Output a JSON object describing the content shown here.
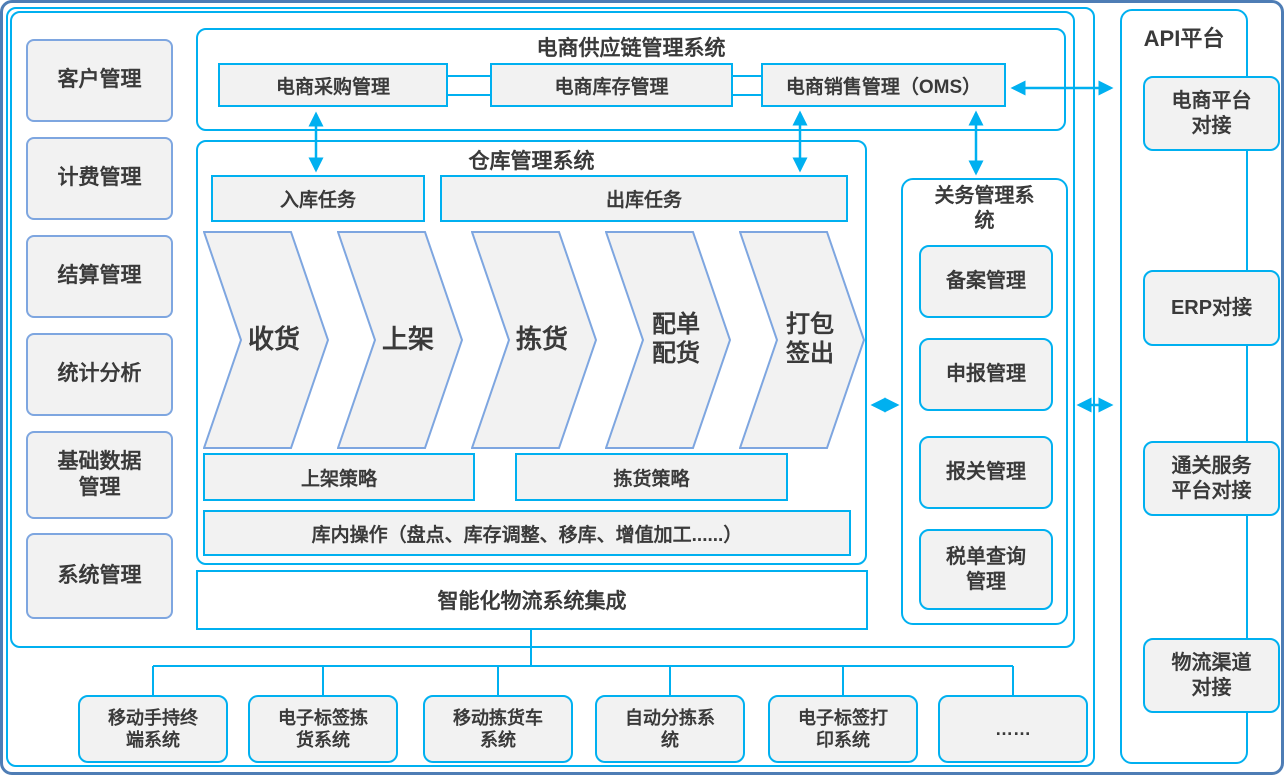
{
  "colors": {
    "accent_cyan": "#00b0f0",
    "shape_border_blue": "#7ea6e0",
    "shape_fill_gray": "#f2f2f2",
    "frame_blue": "#4e7db5",
    "text": "#3a3a3a"
  },
  "sidebar": {
    "items": [
      "客户管理",
      "计费管理",
      "结算管理",
      "统计分析",
      "基础数据\n管理",
      "系统管理"
    ]
  },
  "supply_chain": {
    "title": "电商供应链管理系统",
    "boxes": [
      "电商采购管理",
      "电商库存管理",
      "电商销售管理（OMS）"
    ]
  },
  "wms": {
    "title": "仓库管理系统",
    "inbound_task": "入库任务",
    "outbound_task": "出库任务",
    "process_steps": [
      "收货",
      "上架",
      "拣货",
      "配单\n配货",
      "打包\n签出"
    ],
    "strategies": [
      "上架策略",
      "拣货策略"
    ],
    "operations": "库内操作（盘点、库存调整、移库、增值加工......）"
  },
  "integration": {
    "label": "智能化物流系统集成"
  },
  "customs": {
    "title": "关务管理系\n统",
    "items": [
      "备案管理",
      "申报管理",
      "报关管理",
      "税单查询\n管理"
    ]
  },
  "api_platform": {
    "title": "API平台",
    "items": [
      "电商平台\n对接",
      "ERP对接",
      "通关服务\n平台对接",
      "物流渠道\n对接"
    ]
  },
  "devices": {
    "items": [
      "移动手持终\n端系统",
      "电子标签拣\n货系统",
      "移动拣货车\n系统",
      "自动分拣系\n统",
      "电子标签打\n印系统",
      "……"
    ]
  }
}
